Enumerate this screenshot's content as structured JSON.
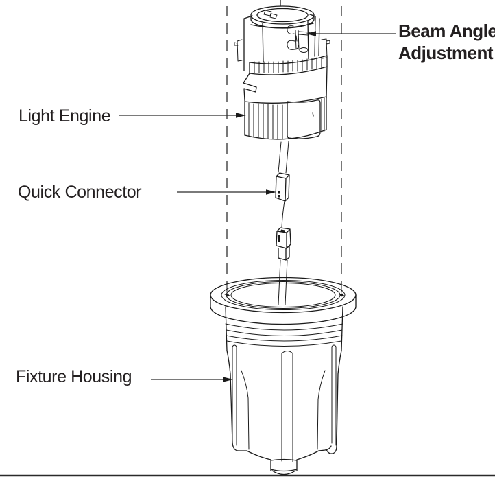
{
  "diagram": {
    "callouts": {
      "beam_angle": {
        "line1": "Beam Angle",
        "line2": "Adjustment"
      },
      "light_engine": "Light Engine",
      "quick_connector": "Quick Connector",
      "fixture_housing": "Fixture Housing"
    },
    "colors": {
      "line": "#1a1a1a",
      "label_text": "#231f20",
      "centerline": "#3f3f3f",
      "background": "#ffffff"
    }
  }
}
